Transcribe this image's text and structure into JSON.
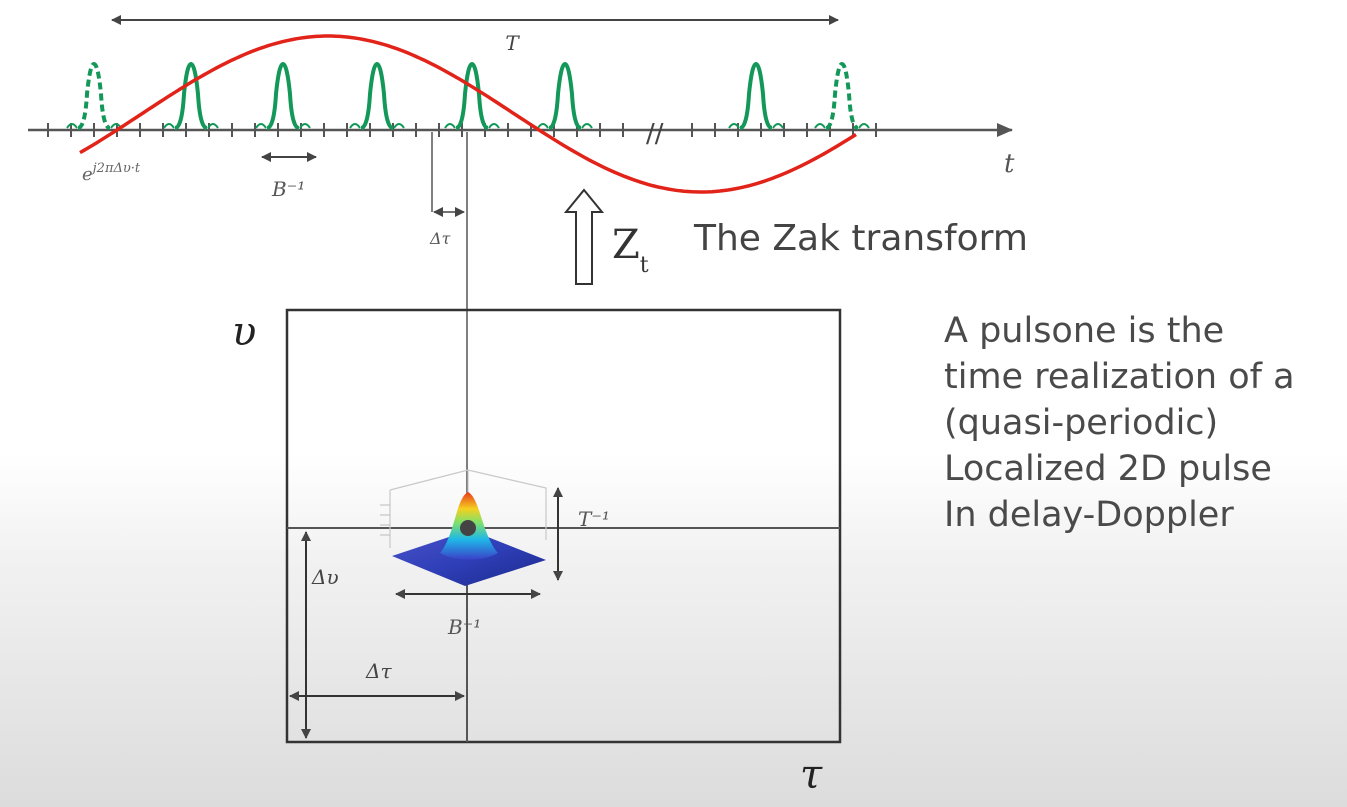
{
  "top_timeline": {
    "period_label": "T",
    "time_axis_label": "t",
    "exponent_label_base": "e",
    "exponent_label_power": "j2πΔυ·t",
    "bandwidth_label": "B⁻¹",
    "delay_label": "Δτ"
  },
  "transform": {
    "operator_letter": "Z",
    "operator_subscript": "t",
    "label": "The Zak transform"
  },
  "dd_plane": {
    "doppler_axis_label": "υ",
    "delay_axis_label": "τ",
    "doppler_offset_label": "Δυ",
    "delay_offset_label": "Δτ",
    "pulse_doppler_width_label": "T⁻¹",
    "pulse_delay_width_label": "B⁻¹"
  },
  "description": {
    "lines": [
      "A pulsone is the",
      "time realization of a",
      "(quasi-periodic)",
      "Localized 2D pulse",
      "In delay-Doppler"
    ]
  },
  "colors": {
    "sinusoid": "#e2231a",
    "pulses": "#14985a",
    "axis": "#555555",
    "text": "#4a4a4a"
  }
}
